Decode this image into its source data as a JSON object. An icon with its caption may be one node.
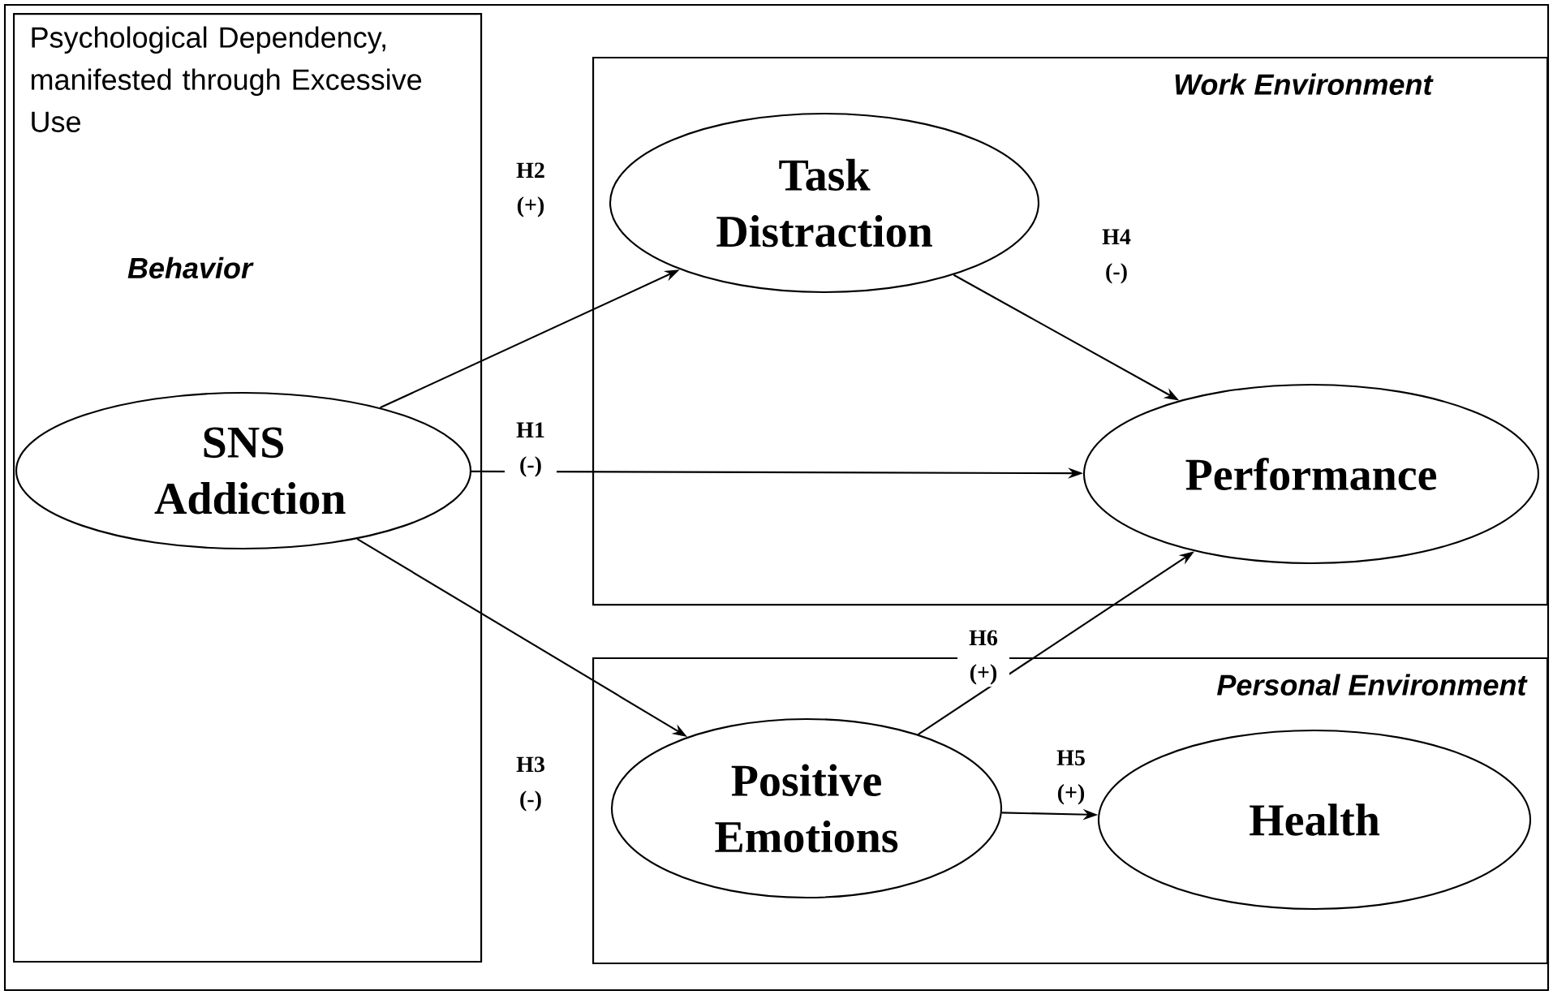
{
  "diagram": {
    "nodes": [
      {
        "text": [
          "Psychological Dependency, manifested through Excessive Use",
          "Behavior"
        ]
      },
      {
        "text": [
          "SNS Addiction"
        ],
        "in": 0
      },
      {
        "text": [
          "Work Environment"
        ]
      },
      {
        "text": [
          "Task Distraction"
        ],
        "in": 2
      },
      {
        "text": [
          "Performance"
        ],
        "in": 2
      },
      {
        "text": [
          "Personal Environment"
        ]
      },
      {
        "text": [
          "Positive Emotions"
        ],
        "in": 5
      },
      {
        "text": [
          "Health"
        ],
        "in": 5
      }
    ],
    "edges": [
      {
        "from": 1,
        "to": 3,
        "arrow": "to",
        "label": "H2 (+)"
      },
      {
        "from": 1,
        "to": 4,
        "arrow": "to",
        "label": "H1 (-)"
      },
      {
        "from": 1,
        "to": 6,
        "arrow": "to",
        "label": "H3 (-)"
      },
      {
        "from": 3,
        "to": 4,
        "arrow": "to",
        "label": "H4 (-)"
      },
      {
        "from": 6,
        "to": 4,
        "arrow": "to",
        "label": "H6 (+)"
      },
      {
        "from": 6,
        "to": 7,
        "arrow": "to",
        "label": "H5 (+)"
      }
    ]
  }
}
